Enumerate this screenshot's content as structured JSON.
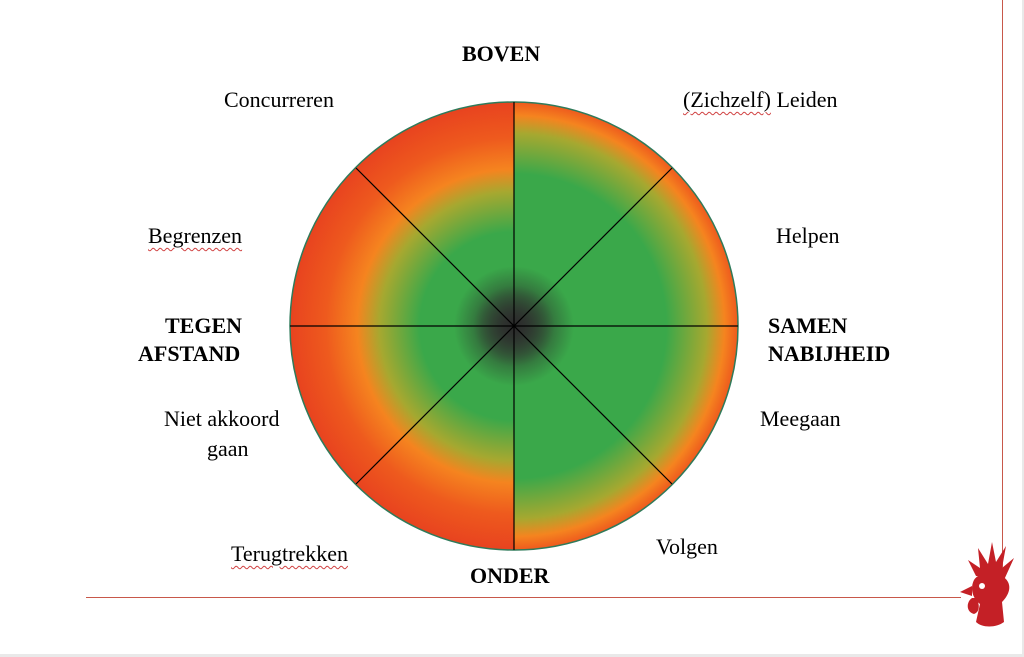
{
  "labels": {
    "top": "BOVEN",
    "bottom": "ONDER",
    "left_line1": "TEGEN",
    "left_line2": "AFSTAND",
    "right_line1": "SAMEN",
    "right_line2": "NABIJHEID",
    "top_left": "Concurreren",
    "top_right_prefix": "(Zichzelf)",
    "top_right_suffix": " Leiden",
    "upper_left": "Begrenzen",
    "upper_right": "Helpen",
    "lower_left_line1": "Niet akkoord",
    "lower_left_line2": "gaan",
    "lower_right": "Meegaan",
    "bottom_left": "Terugtrekken",
    "bottom_right": "Volgen"
  },
  "colors": {
    "green": "#3aa84a",
    "orange": "#f5841f",
    "red": "#e8431f",
    "center": "#2b2b2b",
    "rule": "#c8584a",
    "logo": "#c42026"
  },
  "icons": {
    "logo": "rooster-head-icon"
  }
}
